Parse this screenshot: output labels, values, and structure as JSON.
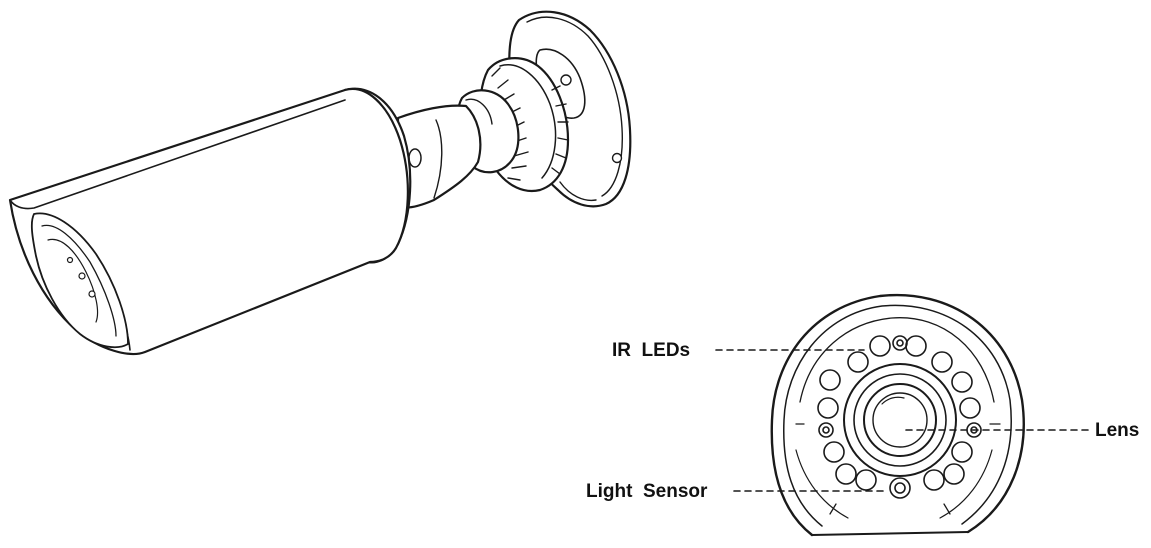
{
  "callouts": {
    "ir_leds": "IR  LEDs",
    "light_sensor": "Light  Sensor",
    "lens": "Lens"
  },
  "colors": {
    "line": "#1a1a1a",
    "label": "#111111",
    "background": "#ffffff"
  }
}
